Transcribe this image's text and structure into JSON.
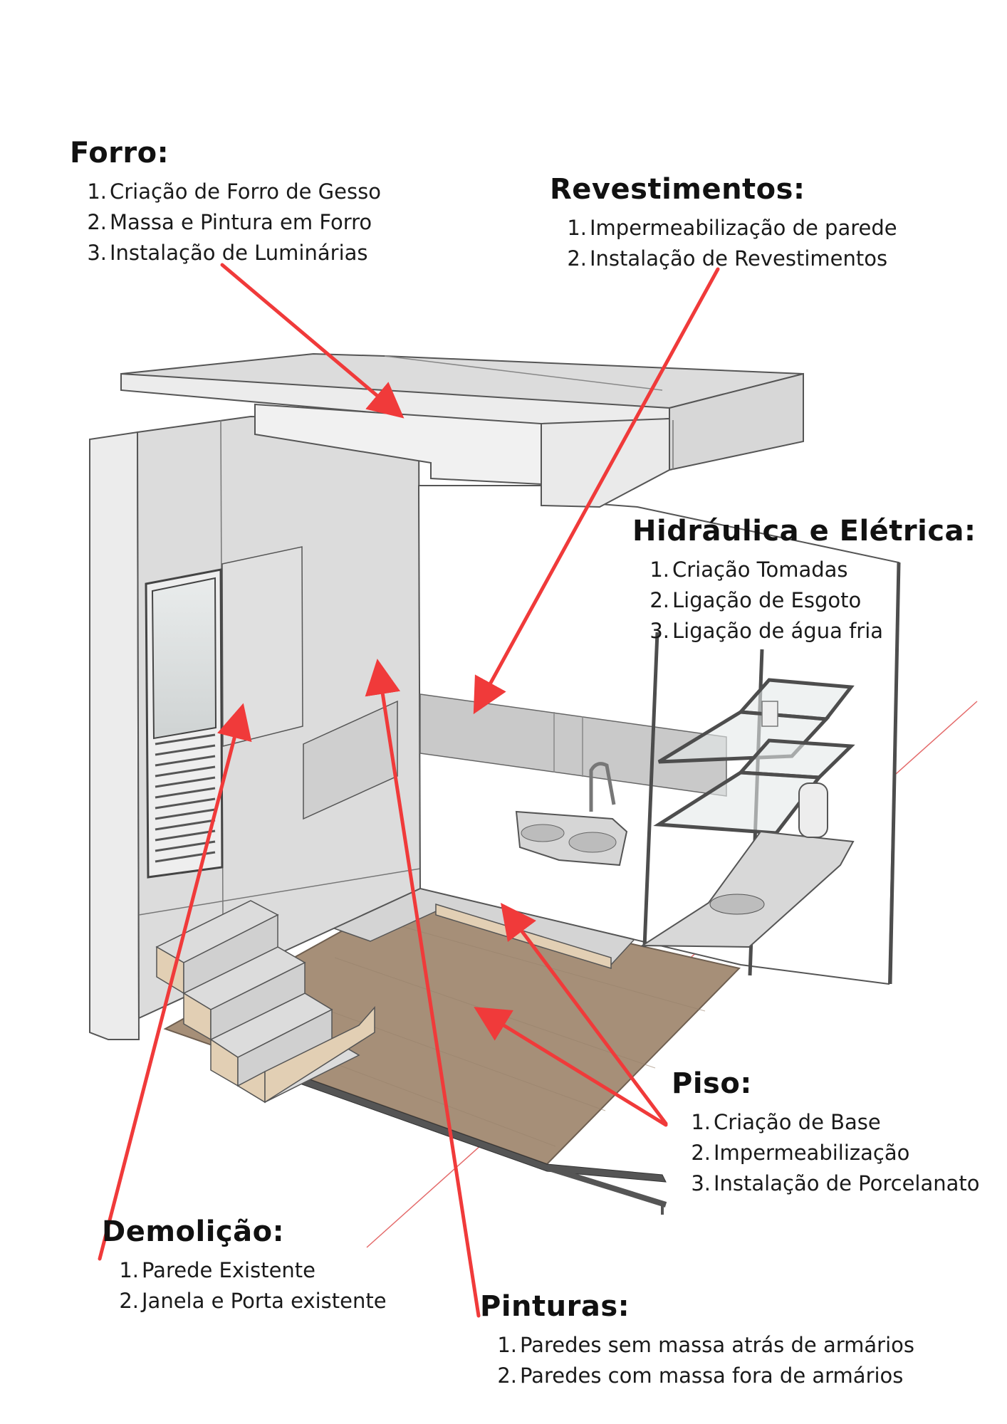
{
  "sections": {
    "forro": {
      "title": "Forro:",
      "items": [
        "Criação de Forro de Gesso",
        "Massa e Pintura em Forro",
        "Instalação de Luminárias"
      ]
    },
    "revestimentos": {
      "title": "Revestimentos:",
      "items": [
        "Impermeabilização de parede",
        "Instalação de Revestimentos"
      ]
    },
    "hidraulica": {
      "title": "Hidráulica e Elétrica:",
      "items": [
        "Criação Tomadas",
        "Ligação de Esgoto",
        "Ligação de água fria"
      ]
    },
    "piso": {
      "title": "Piso:",
      "items": [
        "Criação de Base",
        "Impermeabilização",
        "Instalação de Porcelanato"
      ]
    },
    "demolicao": {
      "title": "Demolição:",
      "items": [
        "Parede Existente",
        "Janela e Porta existente"
      ]
    },
    "pinturas": {
      "title": "Pinturas:",
      "items": [
        "Paredes sem massa atrás de armários",
        "Paredes com massa fora de armários"
      ]
    }
  },
  "numbers": [
    "1.",
    "2.",
    "3."
  ],
  "colors": {
    "arrow": "#f03a3a",
    "wall": "#dcdcdc",
    "wall_light": "#ececec",
    "wood": "#a68f78",
    "stair_front": "#e2cfb4",
    "tile": "#c8c8c8",
    "frame": "#4d4d4d"
  }
}
